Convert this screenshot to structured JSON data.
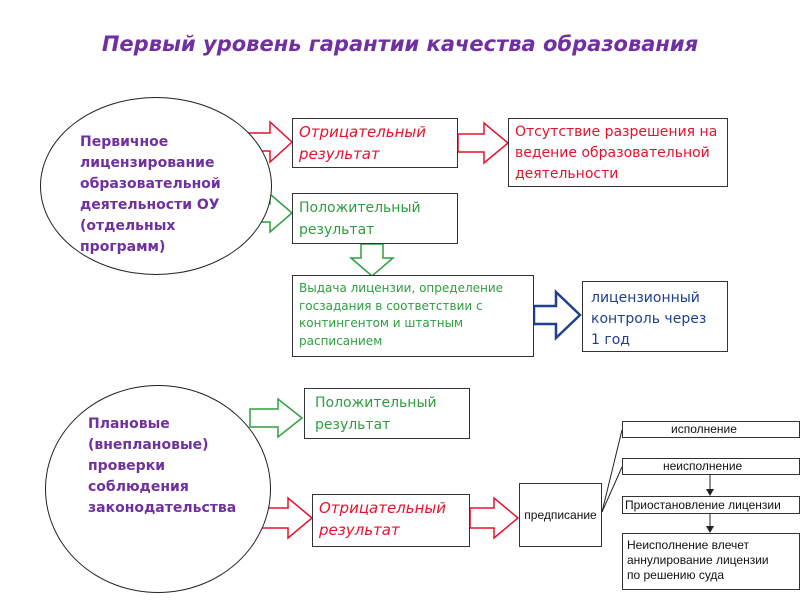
{
  "title": "Первый уровень гарантии качества образования",
  "top": {
    "ellipse_lines": [
      "Первичное",
      "лицензирование",
      "образовательной",
      "деятельности ОУ",
      "(отдельных",
      "программ)"
    ],
    "negative_lines": [
      "Отрицательный",
      "результат"
    ],
    "no_permission_lines": [
      "Отсутствие разрешения на",
      "ведение образовательной",
      "деятельности"
    ],
    "positive_lines": [
      "Положительный",
      "результат"
    ],
    "license_lines": [
      "Выдача лицензии, определение",
      "госзадания в соответствии с",
      "контингентом и штатным",
      "расписанием"
    ],
    "control_lines": [
      "лицензионный",
      "контроль через",
      "1 год"
    ]
  },
  "bottom": {
    "ellipse_lines": [
      "Плановые",
      "(внеплановые)",
      "проверки",
      "соблюдения",
      "законодательства"
    ],
    "positive_lines": [
      "Положительный",
      "результат"
    ],
    "negative_lines": [
      "Отрицательный",
      "результат"
    ],
    "prescription": "предписание",
    "execution": "исполнение",
    "non_execution": "неисполнение",
    "suspension": "Приостановление лицензии",
    "annulment_lines": [
      "Неисполнение влечет",
      "аннулирование лицензии",
      "по решению суда"
    ]
  },
  "colors": {
    "title": "#7030a0",
    "negative": "#e8112d",
    "positive": "#2e9e3e",
    "control": "#1f3f8f"
  }
}
